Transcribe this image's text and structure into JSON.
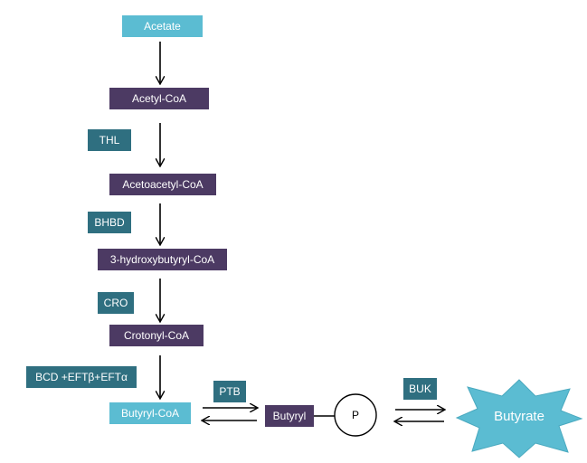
{
  "metabolites": {
    "acetate": "Acetate",
    "acetyl_coa": "Acetyl-CoA",
    "acetoacetyl_coa": "Acetoacetyl-CoA",
    "hydroxybutyryl_coa": "3-hydroxybutyryl-CoA",
    "crotonyl_coa": "Crotonyl-CoA",
    "butyryl_coa": "Butyryl-CoA",
    "butyryl": "Butyryl",
    "phosphate": "P",
    "butyrate": "Butyrate"
  },
  "enzymes": {
    "thl": "THL",
    "bhbd": "BHBD",
    "cro": "CRO",
    "bcd": "BCD +EFTβ+EFTα",
    "ptb": "PTB",
    "buk": "BUK"
  },
  "colors": {
    "cyan": "#5bbcd2",
    "purple": "#4c3a63",
    "teal": "#2f6f80"
  }
}
